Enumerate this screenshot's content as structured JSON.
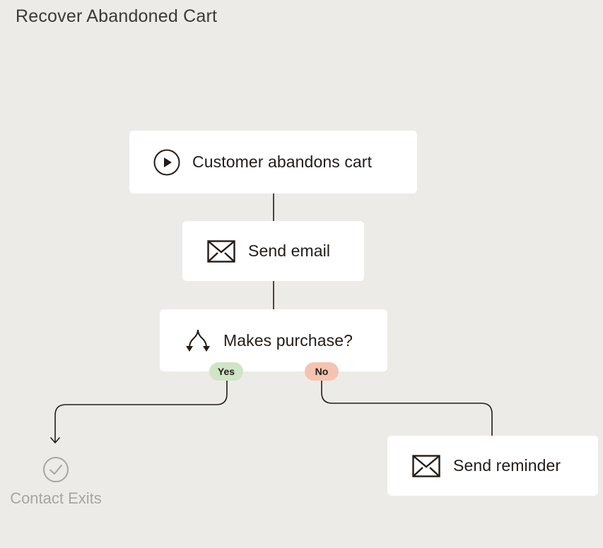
{
  "workflow": {
    "title": "Recover Abandoned Cart"
  },
  "nodes": {
    "trigger": {
      "label": "Customer abandons cart",
      "icon": "play-circle-icon"
    },
    "send_email": {
      "label": "Send email",
      "icon": "envelope-icon"
    },
    "condition": {
      "label": "Makes purchase?",
      "icon": "split-branch-icon"
    },
    "send_reminder": {
      "label": "Send reminder",
      "icon": "envelope-icon"
    }
  },
  "branches": {
    "yes_label": "Yes",
    "no_label": "No",
    "yes_color": "#cfe5c5",
    "no_color": "#f5c3b1"
  },
  "exit": {
    "label": "Contact Exits",
    "icon": "check-circle-icon"
  },
  "colors": {
    "background": "#edebe7",
    "node_background": "#ffffff",
    "connector": "#241c15",
    "exit_text": "#a7a5a1"
  }
}
